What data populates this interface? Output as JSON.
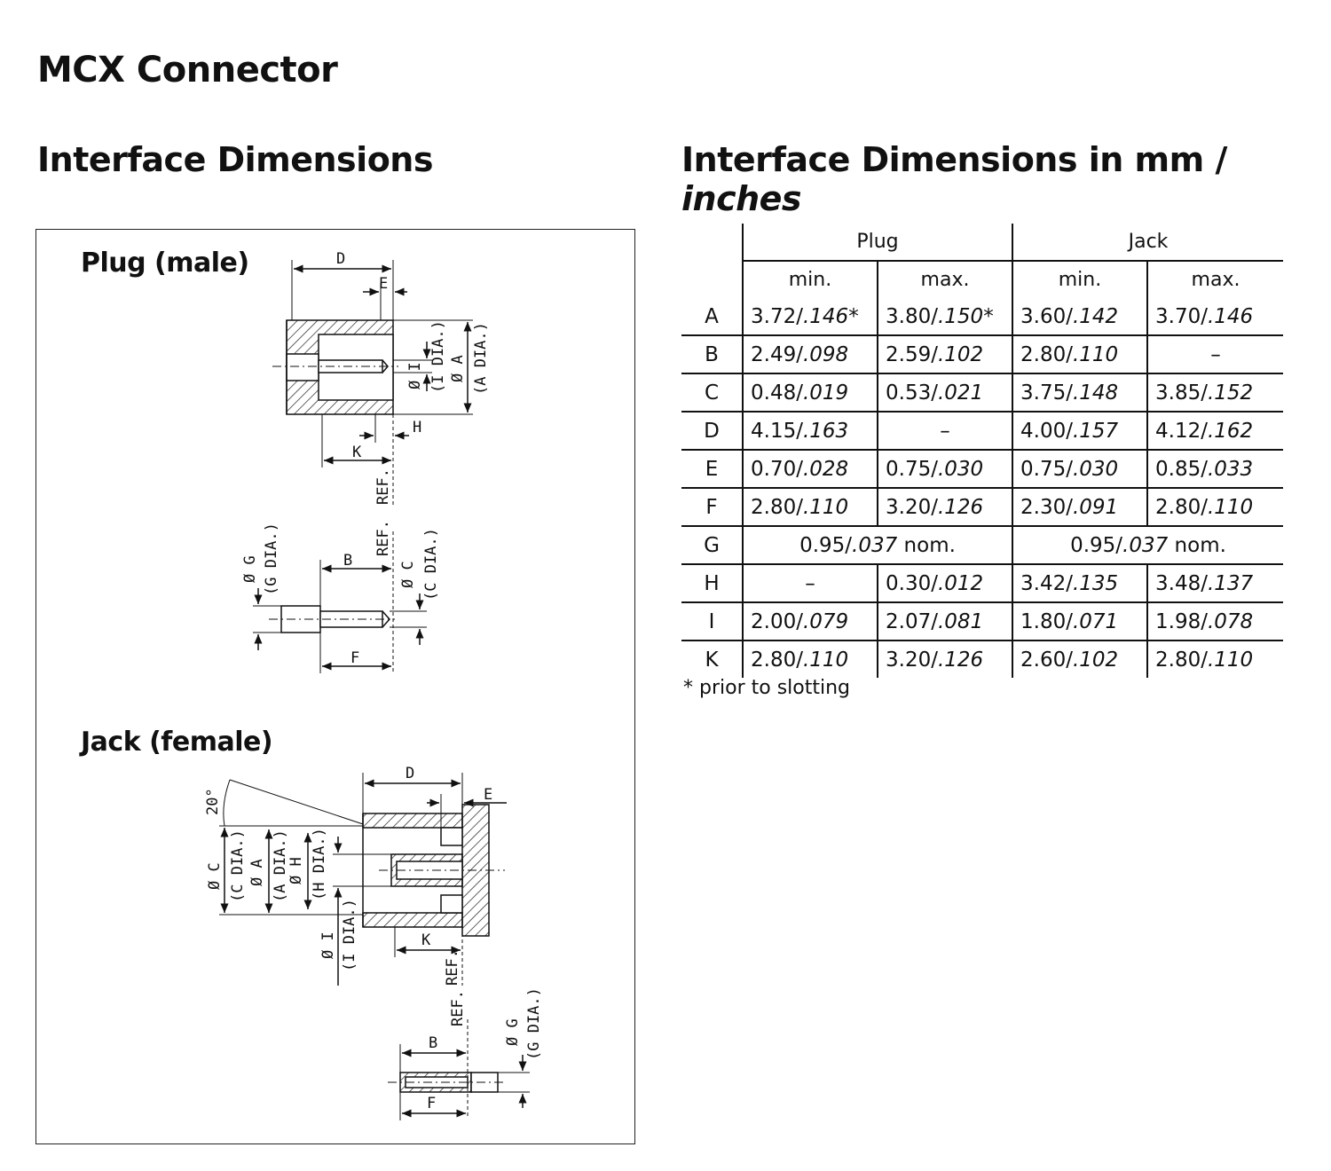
{
  "page": {
    "title": "MCX Connector",
    "left_heading": "Interface Dimensions",
    "right_heading_main": "Interface Dimensions in mm / ",
    "right_heading_italic": "inches"
  },
  "drawings": {
    "plug_label": "Plug (male)",
    "jack_label": "Jack (female)",
    "plug_dims": [
      "D",
      "E",
      "Ø I",
      "(I DIA.)",
      "Ø A",
      "(A DIA.)",
      "H",
      "K",
      "REF.",
      "Ø G",
      "(G DIA.)",
      "B",
      "REF.",
      "Ø C",
      "(C DIA.)",
      "F"
    ],
    "jack_dims": [
      "20°",
      "D",
      "E",
      "Ø C",
      "(C DIA.)",
      "Ø A",
      "(A DIA.)",
      "Ø H",
      "(H DIA.)",
      "Ø I",
      "(I DIA.)",
      "K",
      "REF.",
      "REF.",
      "B",
      "F",
      "Ø G",
      "(G DIA.)"
    ]
  },
  "table": {
    "group_headers": [
      "Plug",
      "Jack"
    ],
    "sub_headers": [
      "min.",
      "max.",
      "min.",
      "max."
    ],
    "rows": [
      {
        "key": "A",
        "cells": [
          [
            "3.72/",
            ".146",
            "*"
          ],
          [
            "3.80/",
            ".150",
            "*"
          ],
          [
            "3.60/",
            ".142",
            ""
          ],
          [
            "3.70/",
            ".146",
            ""
          ]
        ]
      },
      {
        "key": "B",
        "cells": [
          [
            "2.49/",
            ".098",
            ""
          ],
          [
            "2.59/",
            ".102",
            ""
          ],
          [
            "2.80/",
            ".110",
            ""
          ],
          [
            "–",
            "",
            ""
          ]
        ]
      },
      {
        "key": "C",
        "cells": [
          [
            "0.48/",
            ".019",
            ""
          ],
          [
            "0.53/",
            ".021",
            ""
          ],
          [
            "3.75/",
            ".148",
            ""
          ],
          [
            "3.85/",
            ".152",
            ""
          ]
        ]
      },
      {
        "key": "D",
        "cells": [
          [
            "4.15/",
            ".163",
            ""
          ],
          [
            "–",
            "",
            ""
          ],
          [
            "4.00/",
            ".157",
            ""
          ],
          [
            "4.12/",
            ".162",
            ""
          ]
        ]
      },
      {
        "key": "E",
        "cells": [
          [
            "0.70/",
            ".028",
            ""
          ],
          [
            "0.75/",
            ".030",
            ""
          ],
          [
            "0.75/",
            ".030",
            ""
          ],
          [
            "0.85/",
            ".033",
            ""
          ]
        ]
      },
      {
        "key": "F",
        "cells": [
          [
            "2.80/",
            ".110",
            ""
          ],
          [
            "3.20/",
            ".126",
            ""
          ],
          [
            "2.30/",
            ".091",
            ""
          ],
          [
            "2.80/",
            ".110",
            ""
          ]
        ]
      },
      {
        "key": "H",
        "cells": [
          [
            "–",
            "",
            ""
          ],
          [
            "0.30/",
            ".012",
            ""
          ],
          [
            "3.42/",
            ".135",
            ""
          ],
          [
            "3.48/",
            ".137",
            ""
          ]
        ]
      },
      {
        "key": "I",
        "cells": [
          [
            "2.00/",
            ".079",
            ""
          ],
          [
            "2.07/",
            ".081",
            ""
          ],
          [
            "1.80/",
            ".071",
            ""
          ],
          [
            "1.98/",
            ".078",
            ""
          ]
        ]
      },
      {
        "key": "K",
        "cells": [
          [
            "2.80/",
            ".110",
            ""
          ],
          [
            "3.20/",
            ".126",
            ""
          ],
          [
            "2.60/",
            ".102",
            ""
          ],
          [
            "2.80/",
            ".110",
            ""
          ]
        ]
      }
    ],
    "g_row": {
      "key": "G",
      "plug": [
        "0.95/",
        ".037",
        " nom."
      ],
      "jack": [
        "0.95/",
        ".037",
        " nom."
      ]
    },
    "footnote": "* prior to slotting"
  }
}
